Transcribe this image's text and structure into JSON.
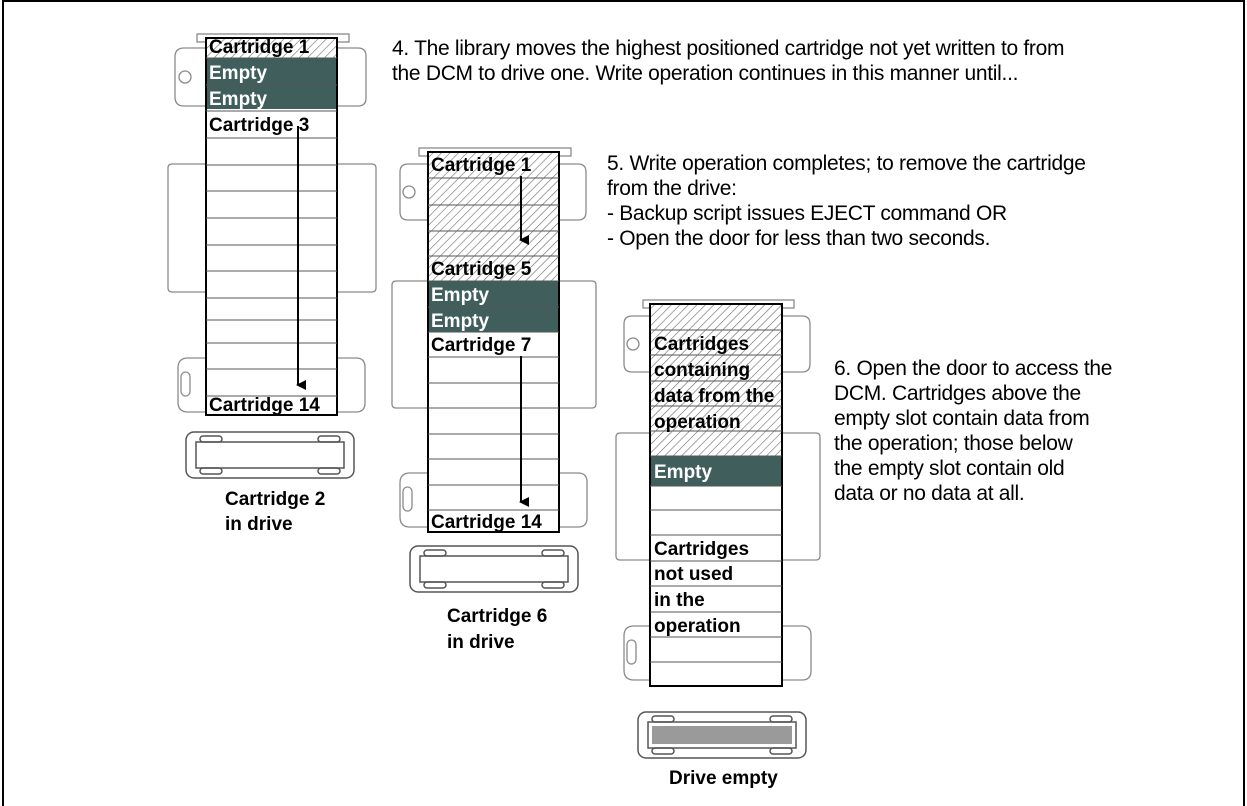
{
  "panels": [
    {
      "slots": [
        "Cartridge 1",
        "Empty",
        "Empty",
        "Cartridge 3",
        "Cartridge 14"
      ],
      "caption": [
        "Cartridge 2",
        "in drive"
      ]
    },
    {
      "slots": [
        "Cartridge 1",
        "Cartridge 5",
        "Empty",
        "Empty",
        "Cartridge 7",
        "Cartridge 14"
      ],
      "caption": [
        "Cartridge 6",
        "in drive"
      ]
    },
    {
      "labels_top": [
        "Cartridges",
        "containing",
        "data from the",
        "operation"
      ],
      "empty": "Empty",
      "labels_bottom": [
        "Cartridges",
        "not used",
        "in the",
        "operation"
      ],
      "caption": [
        "Drive empty"
      ]
    }
  ],
  "steps": {
    "step4": [
      "4. The library moves the highest positioned cartridge not yet written to from",
      "the DCM to drive one. Write operation continues in this manner until..."
    ],
    "step5": [
      "5. Write operation completes; to remove the cartridge",
      "from the drive:",
      "- Backup script issues EJECT command OR",
      "- Open the door for less than two seconds."
    ],
    "step6": [
      "6. Open the door to access the",
      "DCM. Cartridges above the",
      "empty slot contain data from",
      "the operation; those below",
      "the empty slot contain old",
      "data or no data at all."
    ]
  },
  "colors": {
    "empty_fill": "#3f5e5c",
    "line": "#000000",
    "outline": "#8a8a8a"
  }
}
